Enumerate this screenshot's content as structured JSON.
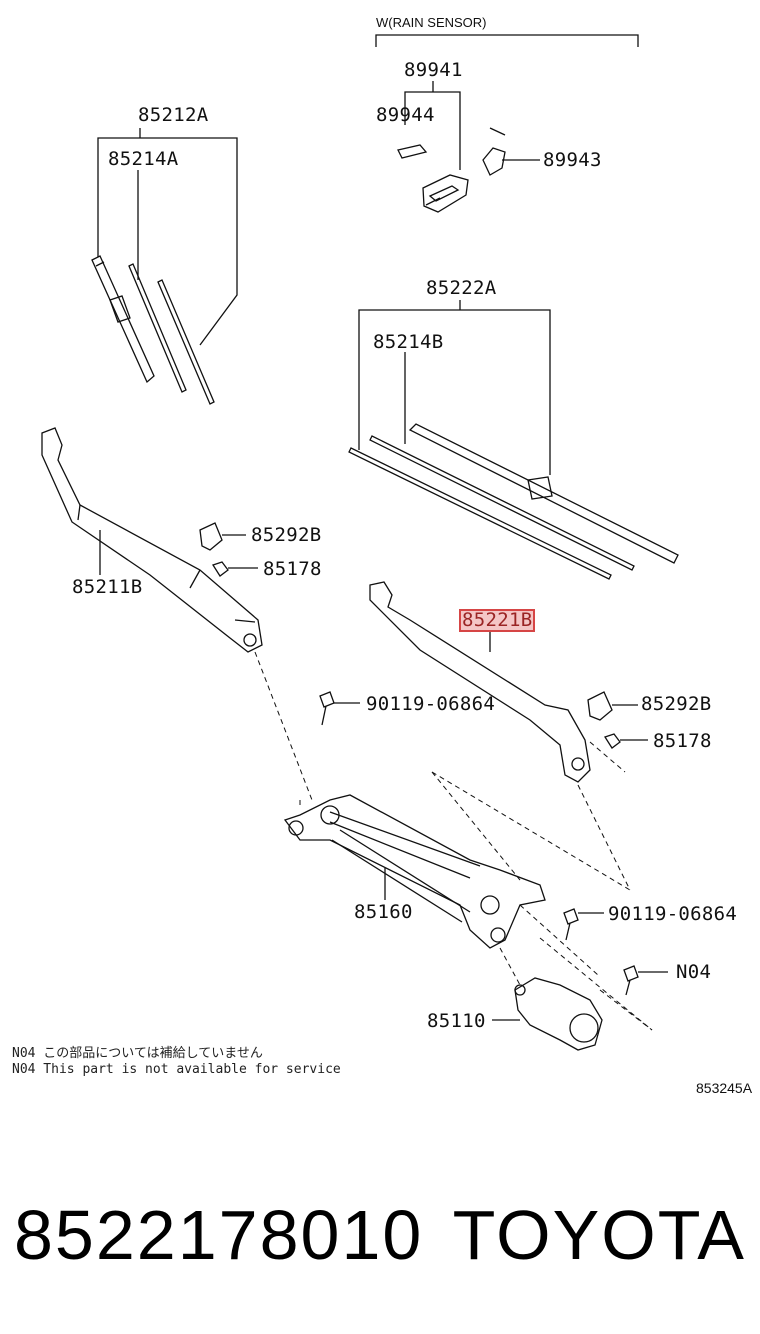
{
  "rain_sensor_label": "W(RAIN SENSOR)",
  "part_labels": {
    "p89941": "89941",
    "p89944": "89944",
    "p89943": "89943",
    "p85212A": "85212A",
    "p85214A": "85214A",
    "p85222A": "85222A",
    "p85214B": "85214B",
    "p85211B": "85211B",
    "p85292B_left": "85292B",
    "p85178_left": "85178",
    "p85221B": "85221B",
    "p85292B_right": "85292B",
    "p85178_right": "85178",
    "p90119_top": "90119-06864",
    "p90119_bottom": "90119-06864",
    "p85160": "85160",
    "pN04": "N04",
    "p85110": "85110"
  },
  "highlighted_part": "85221B",
  "highlight_color": "#d64545",
  "notes": {
    "jp": "N04 この部品については補給していません",
    "en": "N04 This part is not available for service"
  },
  "diagram_ref": "853245A",
  "footer": {
    "part_number": "8522178010",
    "brand": "TOYOTA"
  }
}
